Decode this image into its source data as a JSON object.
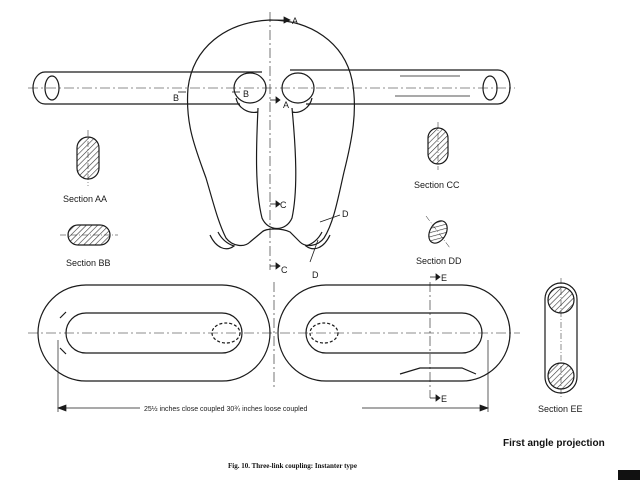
{
  "labels": {
    "section_aa": "Section AA",
    "section_bb": "Section BB",
    "section_cc": "Section CC",
    "section_dd": "Section DD",
    "section_ee": "Section EE",
    "marker_a": "A",
    "marker_b": "B",
    "marker_c": "C",
    "marker_d": "D",
    "marker_e": "E",
    "dimension": "25½ inches close coupled 30¾ inches loose coupled",
    "projection": "First angle projection",
    "caption": "Fig. 10. Three-link coupling: Instanter type"
  },
  "colors": {
    "ink": "#1a1a1a",
    "hatch": "#333333",
    "corner_mark": "#111111"
  }
}
